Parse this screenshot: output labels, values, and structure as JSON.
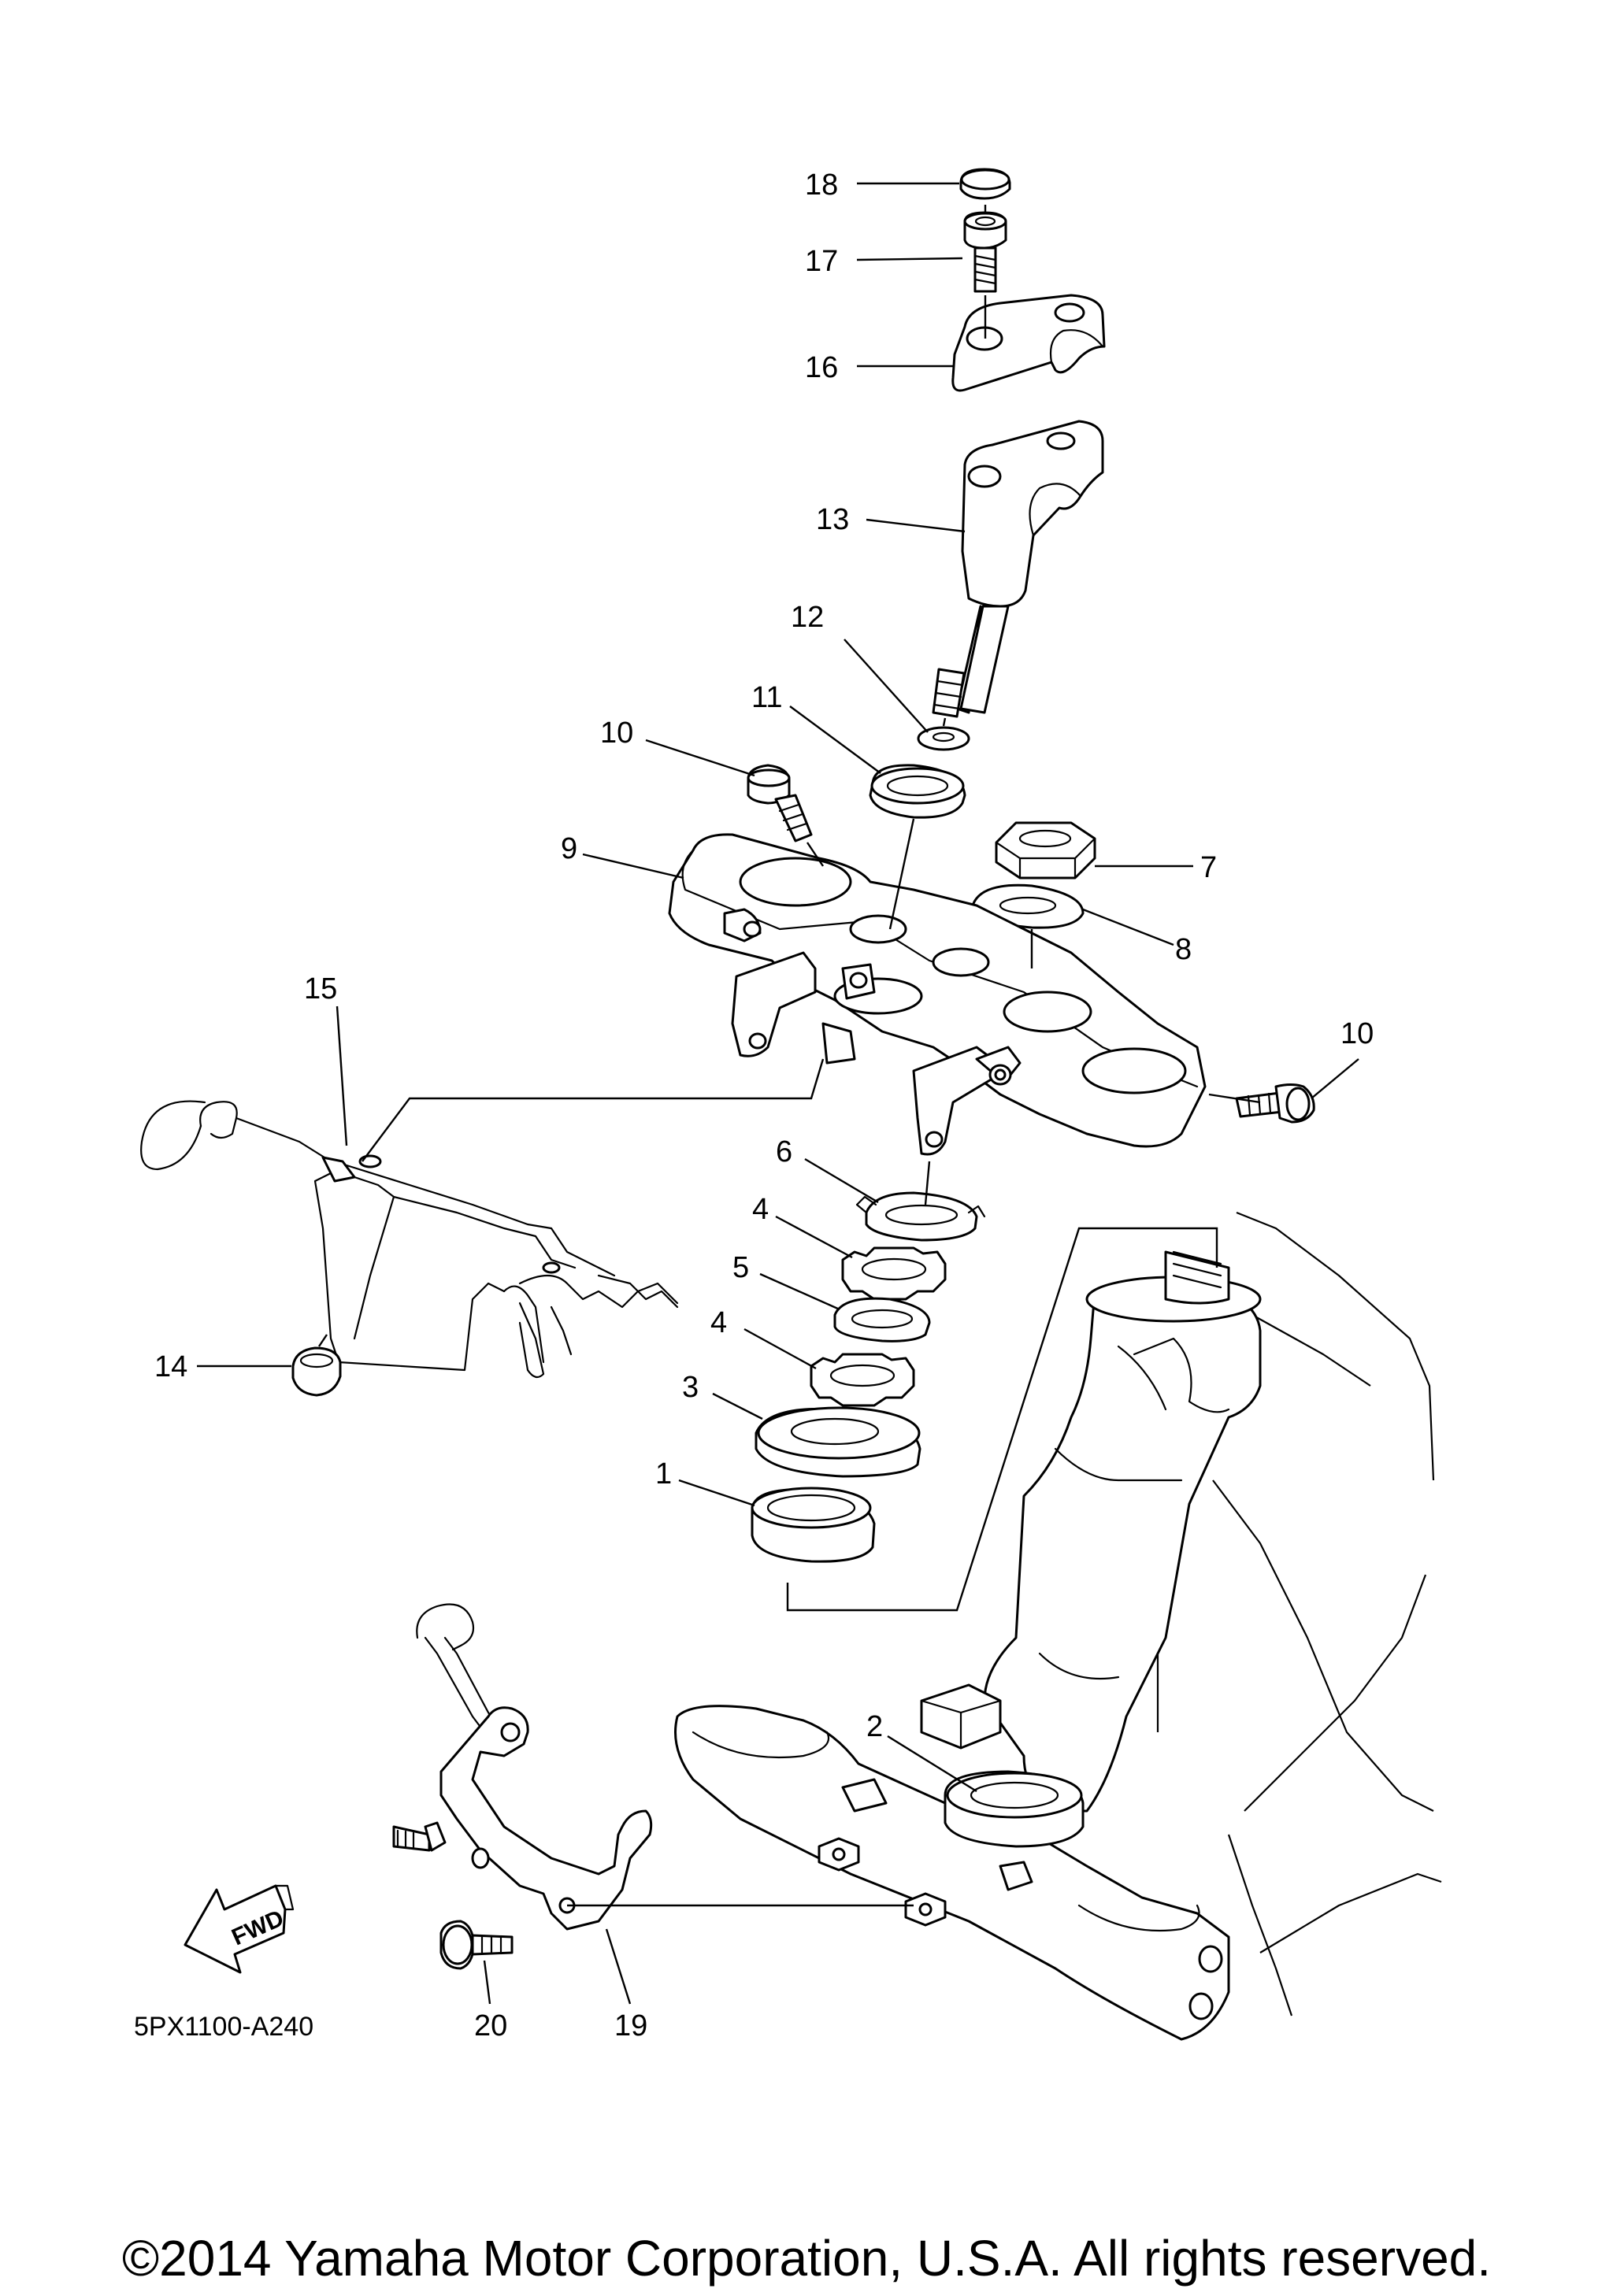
{
  "callouts": {
    "c1": "1",
    "c2": "2",
    "c3": "3",
    "c4a": "4",
    "c4b": "4",
    "c5": "5",
    "c6": "6",
    "c7": "7",
    "c8": "8",
    "c9": "9",
    "c10a": "10",
    "c10b": "10",
    "c11": "11",
    "c12": "12",
    "c13": "13",
    "c14": "14",
    "c15": "15",
    "c16": "16",
    "c17": "17",
    "c18": "18",
    "c19": "19",
    "c20": "20"
  },
  "fwd_label": "FWD",
  "diagram_code": "5PX1100-A240",
  "copyright": "©2014 Yamaha Motor Corporation, U.S.A. All rights reserved.",
  "icons": [
    "fwd-arrow-icon"
  ]
}
